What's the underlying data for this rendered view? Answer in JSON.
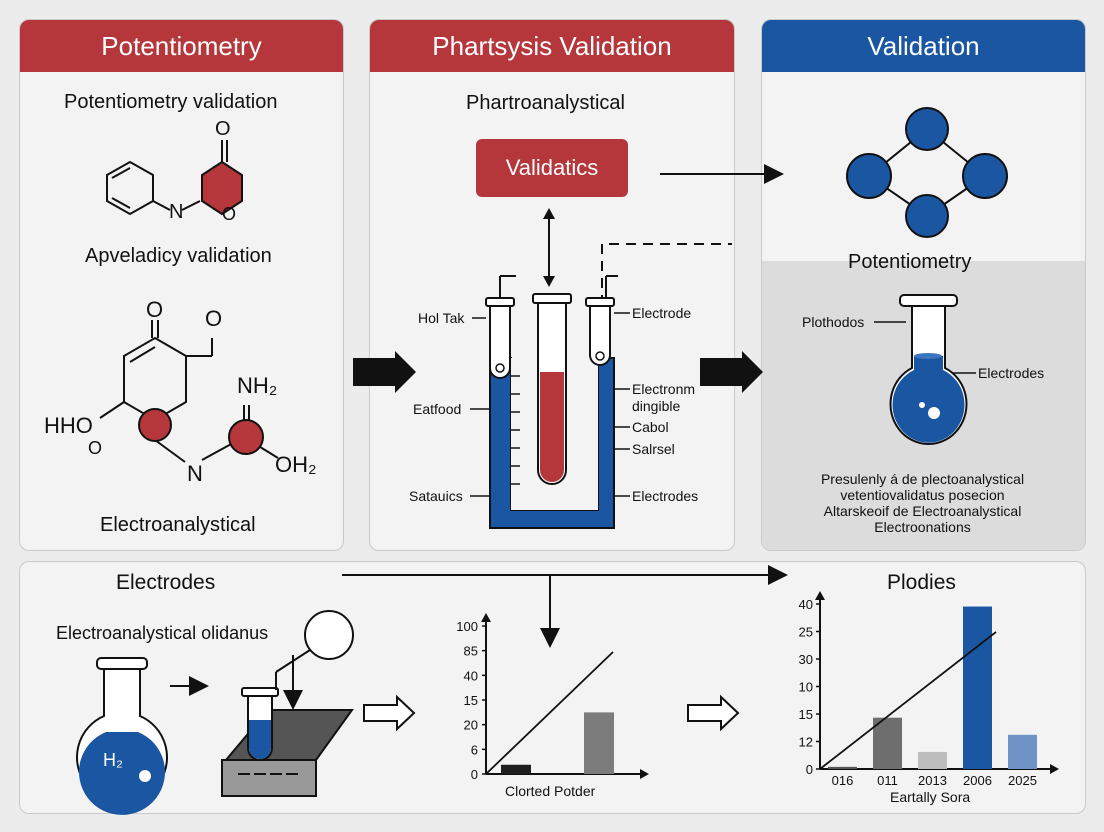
{
  "colors": {
    "red": "#b5363b",
    "blue": "#1b56a3",
    "dark": "#111111",
    "gray_panel": "#dcdcdc"
  },
  "panel_left": {
    "title": "Potentiometry",
    "subtitle": "Potentiometry validation",
    "label_mid": "Apveladicy validation",
    "label_bottom": "Electroanalystical",
    "mol1_atoms": {
      "o_top": "O",
      "n": "N",
      "o_ring": "O"
    },
    "mol2_atoms": {
      "o1": "O",
      "o2": "O",
      "nh2": "NH₂",
      "hho": "HHO",
      "o_low": "O",
      "n": "N",
      "oh2": "OH₂"
    }
  },
  "panel_mid": {
    "title": "Phartsysis Validation",
    "subtitle": "Phartroanalystical",
    "button_label": "Validatics",
    "labels_left": [
      "Hol Tak",
      "Eatfood",
      "Satauics"
    ],
    "labels_right": [
      "Electrode",
      "Electronm",
      "dingible",
      "Cabol",
      "Salrsel",
      "Electrodes"
    ]
  },
  "panel_right": {
    "title": "Validation",
    "section_title": "Potentiometry",
    "label_left": "Plothodos",
    "label_right": "Electrodes",
    "caption": [
      "Presulenly á de plectoanalystical",
      "vetentiovalidatus posecion",
      "Altarskeoif de Electroanalystical",
      "Electroonations"
    ]
  },
  "bottom": {
    "title": "Electrodes",
    "subtitle": "Electroanalystical olidanus",
    "flask_label": "H₂"
  },
  "chart_data": [
    {
      "type": "bar",
      "xlabel": "Clorted Potder",
      "ytick_labels": [
        "100",
        "85",
        "40",
        "15",
        "20",
        "6",
        "0"
      ],
      "categories": [
        "",
        ""
      ],
      "values": [
        6,
        40
      ],
      "bar_colors": [
        "#1e1e1e",
        "#7c7c7c"
      ],
      "trend_line": true
    },
    {
      "type": "bar",
      "title": "Plodies",
      "xlabel": "Eartally Sora",
      "ytick_labels": [
        "40",
        "25",
        "30",
        "10",
        "15",
        "12",
        "0"
      ],
      "categories": [
        "016",
        "011",
        "2013",
        "2006",
        "2025"
      ],
      "values": [
        0.5,
        12,
        4,
        38,
        8
      ],
      "bar_colors": [
        "#555555",
        "#6e6e6e",
        "#bdbdbd",
        "#1b56a3",
        "#6f93c6"
      ],
      "trend_line": true
    }
  ]
}
